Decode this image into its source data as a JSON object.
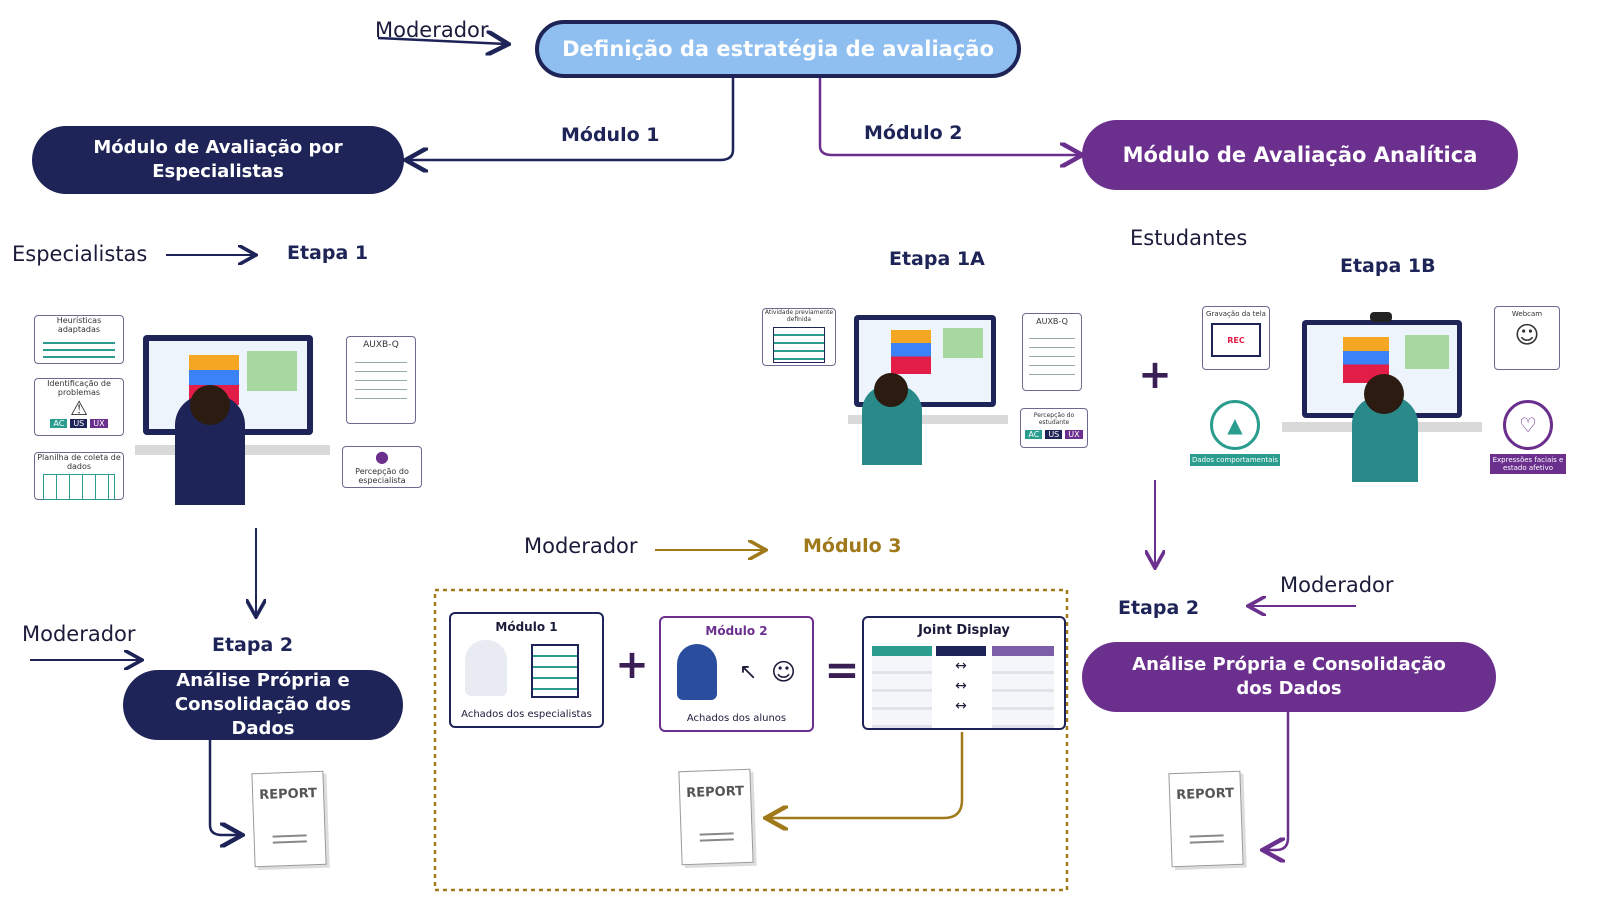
{
  "title": "Definição da estratégia de avaliação",
  "moderator_top": "Moderador",
  "module1_label": "Módulo 1",
  "module2_label": "Módulo 2",
  "module1_title": "Módulo de Avaliação por Especialistas",
  "module2_title": "Módulo de Avaliação Analítica",
  "left": {
    "actor": "Especialistas",
    "step1": "Etapa 1",
    "heuristics": "Heurísticas adaptadas",
    "problems": "Identificação de problemas",
    "sheet": "Planilha de coleta de dados",
    "tags": [
      "AC",
      "US",
      "UX"
    ],
    "auxbq": "AUXB-Q",
    "perception": "Percepção do especialista",
    "moderator": "Moderador",
    "step2": "Etapa 2",
    "analysis": "Análise Própria e Consolidação dos Dados",
    "report": "REPORT"
  },
  "center": {
    "moderator": "Moderador",
    "module3": "Módulo 3",
    "card1_title": "Módulo 1",
    "card1_caption": "Achados dos especialistas",
    "card2_title": "Módulo 2",
    "card2_caption": "Achados dos alunos",
    "card3_title": "Joint Display",
    "report": "REPORT"
  },
  "right": {
    "step1a": "Etapa 1A",
    "actor": "Estudantes",
    "step1b": "Etapa 1B",
    "activity": "Atividade previamente definida",
    "auxbq": "AUXB-Q",
    "perception": "Percepção do estudante",
    "tags": [
      "AC",
      "US",
      "UX"
    ],
    "screen_rec": "Gravação da tela",
    "rec": "REC",
    "webcam": "Webcam",
    "behavior": "Dados comportamentais",
    "facial": "Expressões faciais e estado afetivo",
    "step2": "Etapa 2",
    "moderator": "Moderador",
    "analysis": "Análise Própria e Consolidação dos Dados",
    "report": "REPORT"
  },
  "colors": {
    "navy": "#1e2457",
    "purple": "#6b2f8e",
    "light_blue": "#8fbff0",
    "gold": "#a07a1a",
    "teal": "#2a9d8f"
  }
}
